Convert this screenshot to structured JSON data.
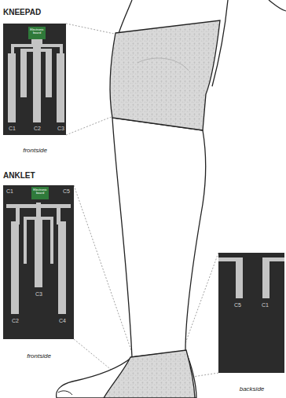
{
  "diagram": {
    "nodes": [
      {
        "text": [
          "KNEEPAD",
          "frontside"
        ]
      },
      {
        "text": [
          "Electronic board"
        ],
        "in": 0
      },
      {
        "text": [
          "ANKLET",
          "frontside"
        ]
      },
      {
        "text": [
          "Electronic board"
        ],
        "in": 2
      },
      {
        "text": [
          "backside"
        ]
      }
    ],
    "labels": [
      "C1",
      "C2",
      "C3",
      "C1",
      "C5",
      "C2",
      "C3",
      "C4",
      "C5",
      "C1"
    ]
  }
}
